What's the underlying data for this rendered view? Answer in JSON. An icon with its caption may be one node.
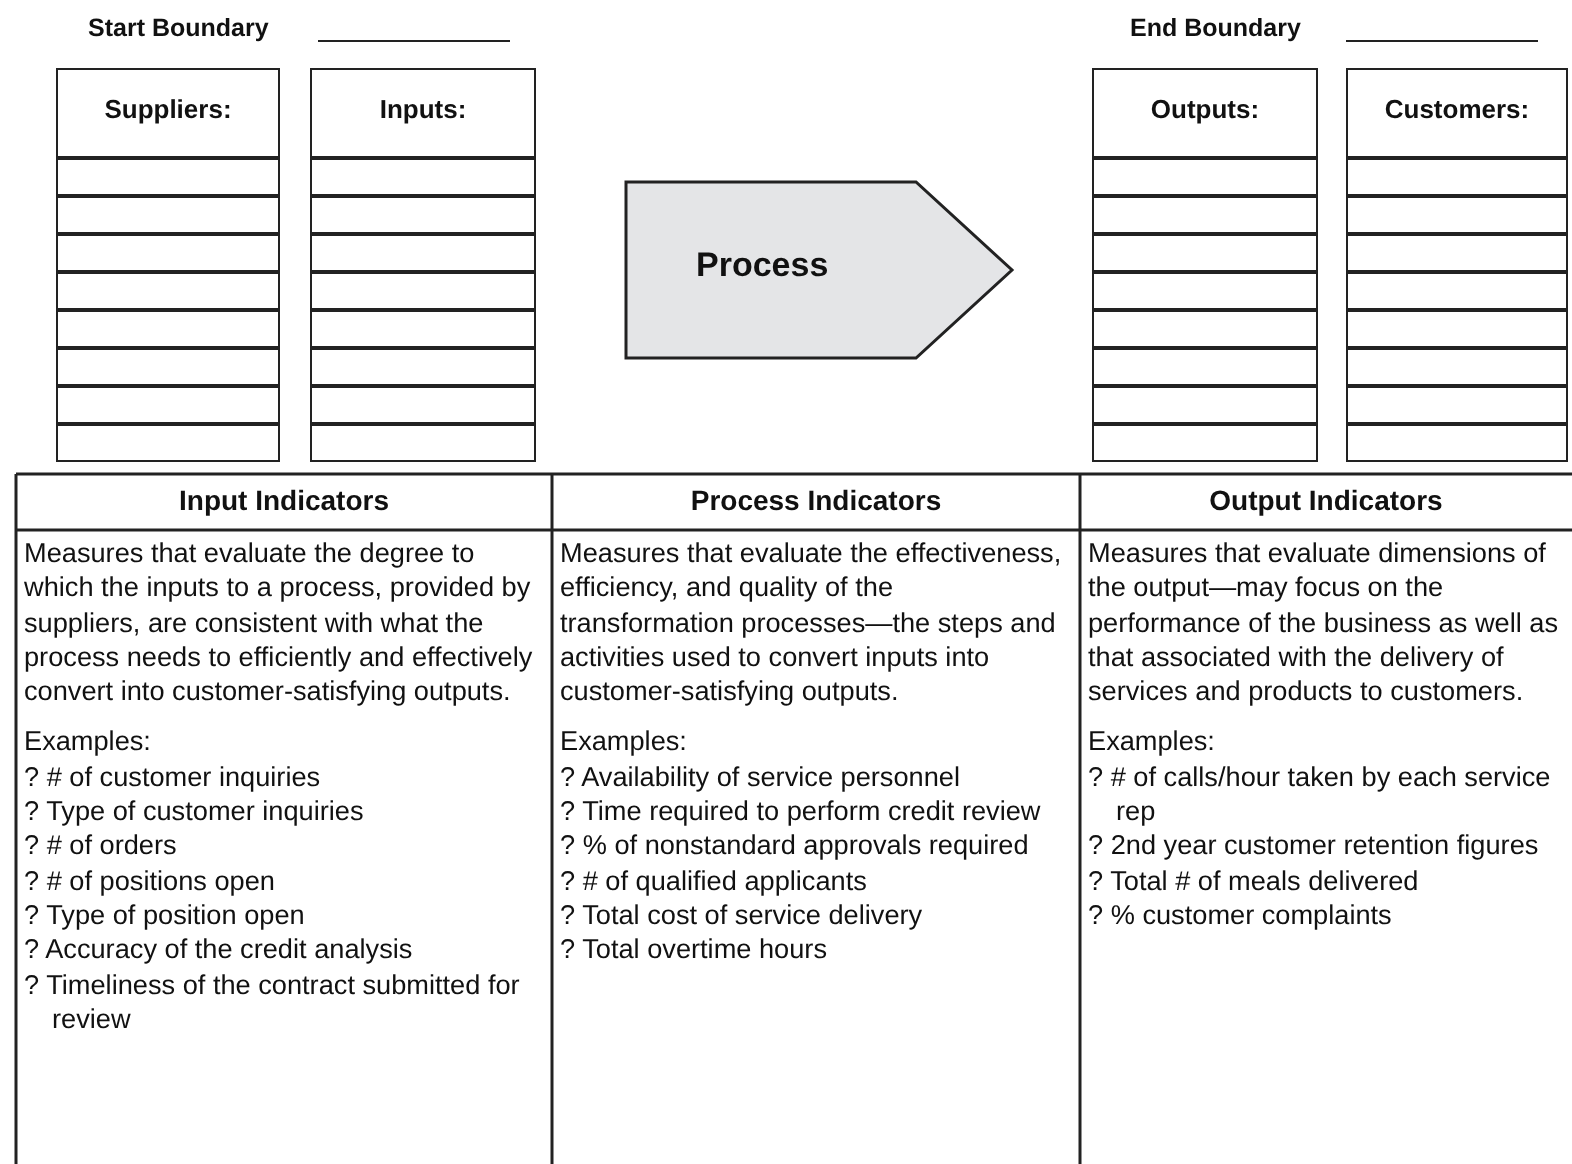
{
  "diagram": {
    "nodes": [
      {
        "text": [
          "Suppliers:"
        ]
      },
      {
        "text": [
          "Inputs:"
        ]
      },
      {
        "text": [
          "Process"
        ]
      },
      {
        "text": [
          "Outputs:"
        ]
      },
      {
        "text": [
          "Customers:"
        ]
      }
    ],
    "labels": [
      "Start Boundary",
      "End Boundary",
      "Input Indicators",
      "Process Indicators",
      "Output Indicators",
      "Measures that evaluate the degree to which the inputs to a process, provided by suppliers, are consistent with what the process needs to efficiently and effectively convert into customer-satisfying outputs.",
      "Examples:",
      "? # of customer inquiries",
      "? Type of customer inquiries",
      "? # of orders",
      "? # of positions open",
      "? Type of position open",
      "? Accuracy of the credit analysis",
      "? Timeliness of the contract submitted for review",
      "Measures that evaluate the effectiveness, efficiency, and quality of the transformation processes—the steps and activities used to convert inputs into customer-satisfying outputs.",
      "Examples:",
      "? Availability of service personnel",
      "? Time required to perform credit review",
      "? % of nonstandard approvals required",
      "? # of qualified applicants",
      "? Total cost of service delivery",
      "? Total overtime hours",
      "Measures that evaluate dimensions of the output—may focus on the performance of the business as well as that associated with the delivery of services and products to customers.",
      "Examples:",
      "? # of calls/hour taken by each service rep",
      "? 2nd year customer retention figures",
      "? Total # of meals delivered",
      "? % customer complaints"
    ]
  }
}
